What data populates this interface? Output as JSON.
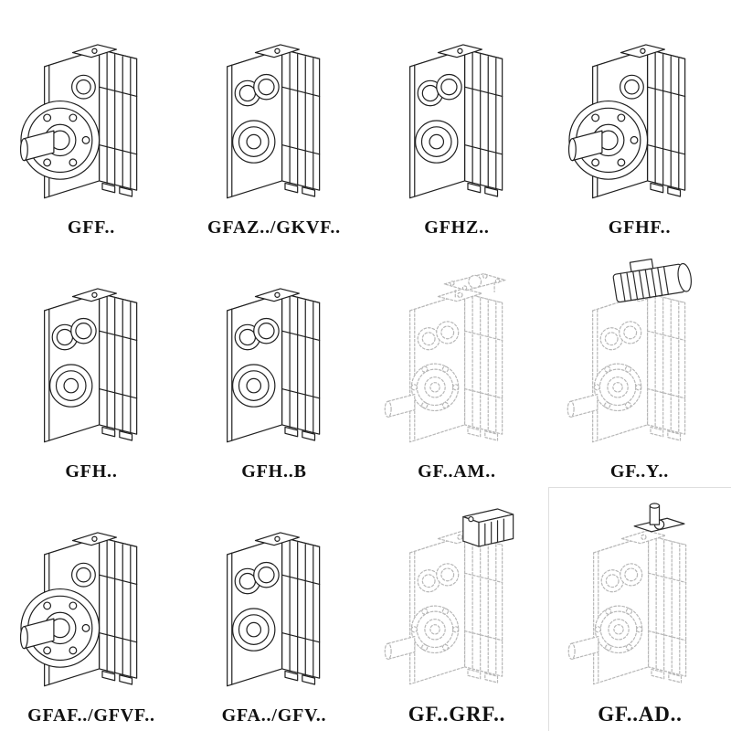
{
  "page": {
    "background": "#ffffff",
    "line_colors": {
      "dark": "#1f1f1f",
      "light": "#b7b7b7"
    }
  },
  "products": [
    {
      "label": "GFF..",
      "drawing": "gearbox-output-flange",
      "line_style": "solid-dark"
    },
    {
      "label": "GFAZ../GKVF..",
      "drawing": "gearbox-hollow-shaft-covers",
      "line_style": "solid-dark"
    },
    {
      "label": "GFHZ..",
      "drawing": "gearbox-hollow-shaft-covers",
      "line_style": "solid-dark"
    },
    {
      "label": "GFHF..",
      "drawing": "gearbox-output-flange",
      "line_style": "solid-dark"
    },
    {
      "label": "GFH..",
      "drawing": "gearbox-hollow-shaft-covers",
      "line_style": "solid-dark"
    },
    {
      "label": "GFH..B",
      "drawing": "gearbox-hollow-shaft-covers",
      "line_style": "solid-dark"
    },
    {
      "label": "GF..AM..",
      "drawing": "gearbox-motor-flange-top",
      "line_style": "dashed-light"
    },
    {
      "label": "GF..Y..",
      "drawing": "gearbox-with-motor",
      "line_style": "dashed-light-with-dark-motor"
    },
    {
      "label": "GFAF../GFVF..",
      "drawing": "gearbox-output-flange",
      "line_style": "solid-dark"
    },
    {
      "label": "GFA../GFV..",
      "drawing": "gearbox-hollow-shaft-covers",
      "line_style": "solid-dark"
    },
    {
      "label": "GF..GRF..",
      "drawing": "gearbox-with-input-block",
      "line_style": "dashed-light-with-dark-block"
    },
    {
      "label": "GF..AD..",
      "drawing": "gearbox-with-input-adapter",
      "line_style": "dashed-light-with-dark-adapter"
    }
  ]
}
